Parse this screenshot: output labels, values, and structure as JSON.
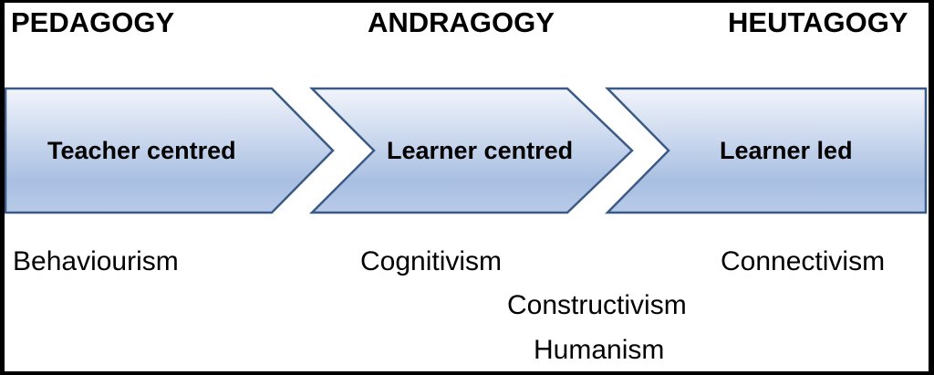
{
  "approaches": [
    {
      "heading": "PEDAGOGY",
      "label": "Teacher centred"
    },
    {
      "heading": "ANDRAGOGY",
      "label": "Learner centred"
    },
    {
      "heading": "HEUTAGOGY",
      "label": "Learner led"
    }
  ],
  "theories": [
    "Behaviourism",
    "Cognitivism",
    "Connectivism",
    "Constructivism",
    "Humanism"
  ],
  "colors": {
    "fill_top": "#f1f4fb",
    "fill_bottom": "#a6bce0",
    "stroke": "#3b5b86"
  }
}
